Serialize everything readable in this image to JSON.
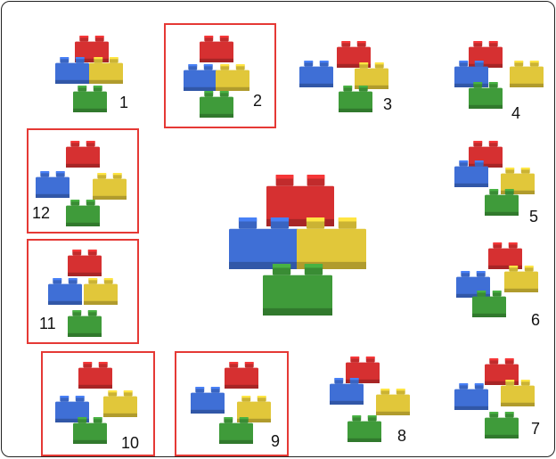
{
  "colors": {
    "red": "#d63031",
    "blue": "#3f6fd6",
    "yellow": "#e1c73a",
    "green": "#3f9b3a",
    "highlight": "#e53935"
  },
  "options": [
    {
      "label": "1",
      "selected": false
    },
    {
      "label": "2",
      "selected": true
    },
    {
      "label": "3",
      "selected": false
    },
    {
      "label": "4",
      "selected": false
    },
    {
      "label": "5",
      "selected": false
    },
    {
      "label": "6",
      "selected": false
    },
    {
      "label": "7",
      "selected": false
    },
    {
      "label": "8",
      "selected": false
    },
    {
      "label": "9",
      "selected": true
    },
    {
      "label": "10",
      "selected": true
    },
    {
      "label": "11",
      "selected": true
    },
    {
      "label": "12",
      "selected": true
    }
  ]
}
